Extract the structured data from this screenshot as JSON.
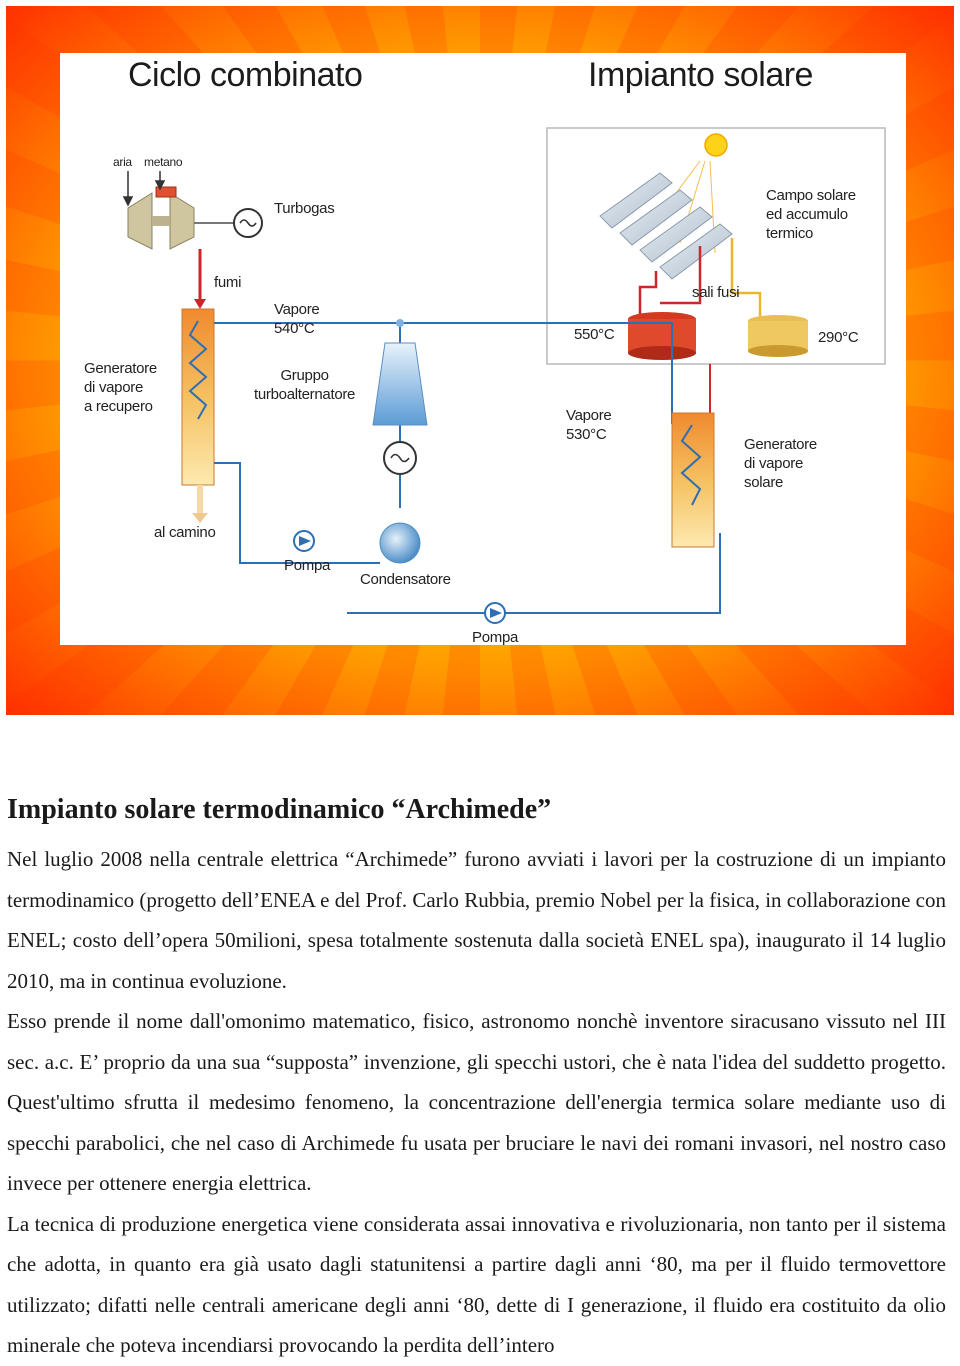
{
  "diagram": {
    "title_left": "Ciclo combinato",
    "title_right": "Impianto solare",
    "labels": {
      "aria": "aria",
      "metano": "metano",
      "turbogas": "Turbogas",
      "fumi": "fumi",
      "vapore_540": "Vapore\n540°C",
      "gruppo": "Gruppo\nturboalternatore",
      "generatore_recupero": "Generatore\ndi vapore\na recupero",
      "al_camino": "al camino",
      "pompa_left": "Pompa",
      "condensatore": "Condensatore",
      "pompa_bottom": "Pompa",
      "campo_solare": "Campo solare\ned accumulo\ntermico",
      "sali_fusi": "sali fusi",
      "temp_hot": "550°C",
      "temp_cold": "290°C",
      "vapore_530": "Vapore\n530°C",
      "generatore_solare": "Generatore\ndi vapore\nsolare"
    }
  },
  "article": {
    "title": "Impianto solare termodinamico “Archimede”",
    "paragraphs": [
      "Nel luglio 2008 nella centrale elettrica “Archimede” furono avviati i lavori per la costruzione di un impianto termodinamico (progetto dell’ENEA e del Prof. Carlo Rubbia, premio Nobel per la fisica, in collaborazione con ENEL; costo dell’opera 50milioni, spesa totalmente sostenuta dalla società ENEL spa), inaugurato il 14 luglio 2010, ma in continua evoluzione.",
      "Esso prende il nome dall'omonimo matematico, fisico, astronomo nonchè inventore siracusano vissuto nel III sec. a.c. E’ proprio da una sua “supposta” invenzione, gli specchi ustori, che è nata l'idea del suddetto progetto. Quest'ultimo sfrutta il medesimo fenomeno, la concentrazione dell'energia termica solare mediante uso di specchi parabolici, che nel caso di Archimede fu usata per bruciare le navi dei romani invasori, nel nostro caso invece per ottenere energia elettrica.",
      "La tecnica di produzione energetica viene considerata assai innovativa e rivoluzionaria, non tanto per il sistema che adotta, in quanto era già usato dagli statunitensi a partire dagli anni ‘80, ma per il fluido termovettore utilizzato; difatti nelle centrali americane degli anni ‘80, dette di I generazione, il fluido era costituito da olio minerale che poteva incendiarsi provocando la perdita dell’intero"
    ]
  }
}
